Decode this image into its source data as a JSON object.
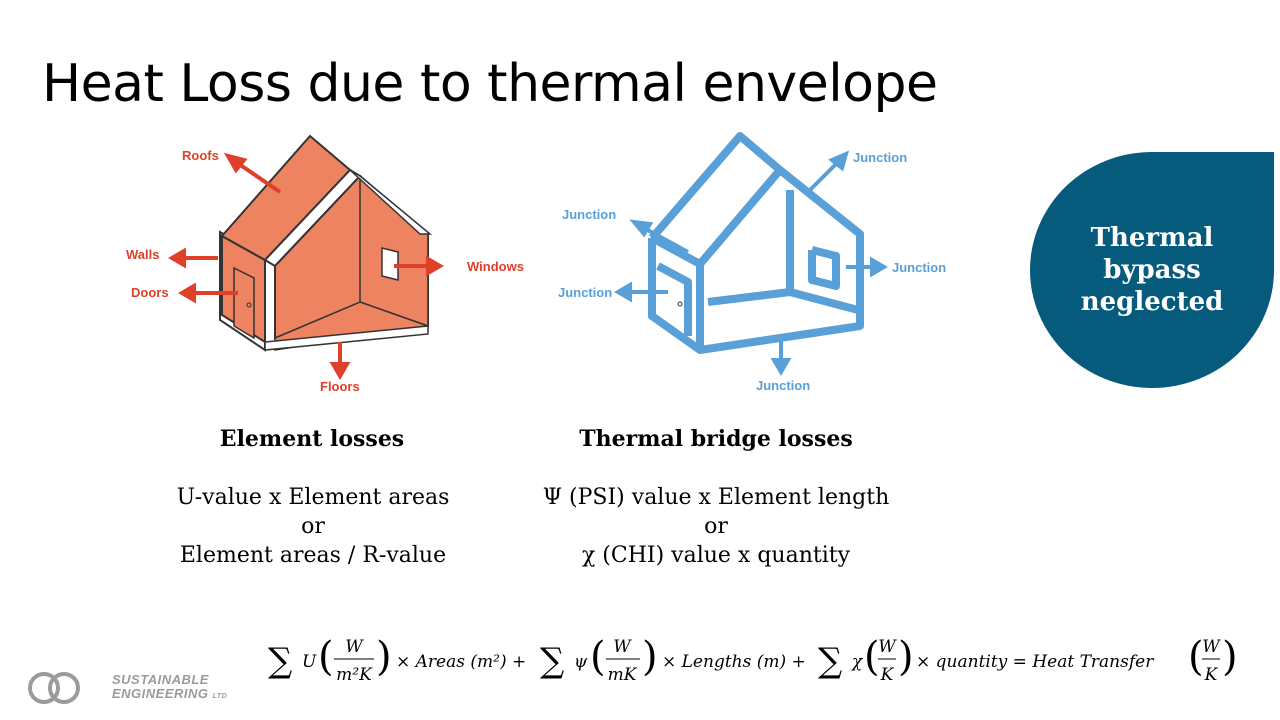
{
  "title": "Heat Loss due to thermal envelope",
  "left_house": {
    "labels": {
      "roofs": "Roofs",
      "walls": "Walls",
      "doors": "Doors",
      "windows": "Windows",
      "floors": "Floors"
    },
    "color": "#e0402a"
  },
  "right_house": {
    "labels": {
      "junction_top": "Junction",
      "junction_left_upper": "Junction",
      "junction_left_lower": "Junction",
      "junction_right": "Junction",
      "junction_bottom": "Junction"
    },
    "color": "#5aa0d8"
  },
  "callout": {
    "line1": "Thermal",
    "line2": "bypass",
    "line3": "neglected",
    "color": "#065a7c"
  },
  "element_losses": {
    "heading": "Element losses",
    "line1": "U-value x Element areas",
    "line2": "or",
    "line3": "Element areas / R-value"
  },
  "thermal_bridge_losses": {
    "heading": "Thermal bridge losses",
    "line1": "Ψ (PSI) value x Element length",
    "line2": "or",
    "line3": "χ (CHI) value x quantity"
  },
  "formula": {
    "term1_symbol": "U",
    "term1_num": "W",
    "term1_den": "m²K",
    "term1_rest": "× Areas (m²) +",
    "term2_symbol": "ψ",
    "term2_num": "W",
    "term2_den": "mK",
    "term2_rest": "× Lengths (m) +",
    "term3_symbol": "χ",
    "term3_num": "W",
    "term3_den": "K",
    "term3_rest": "× quantity = Heat Transfer",
    "result_num": "W",
    "result_den": "K"
  },
  "logo": {
    "line1": "SUSTAINABLE",
    "line2": "ENGINEERING",
    "suffix": "LTD"
  }
}
